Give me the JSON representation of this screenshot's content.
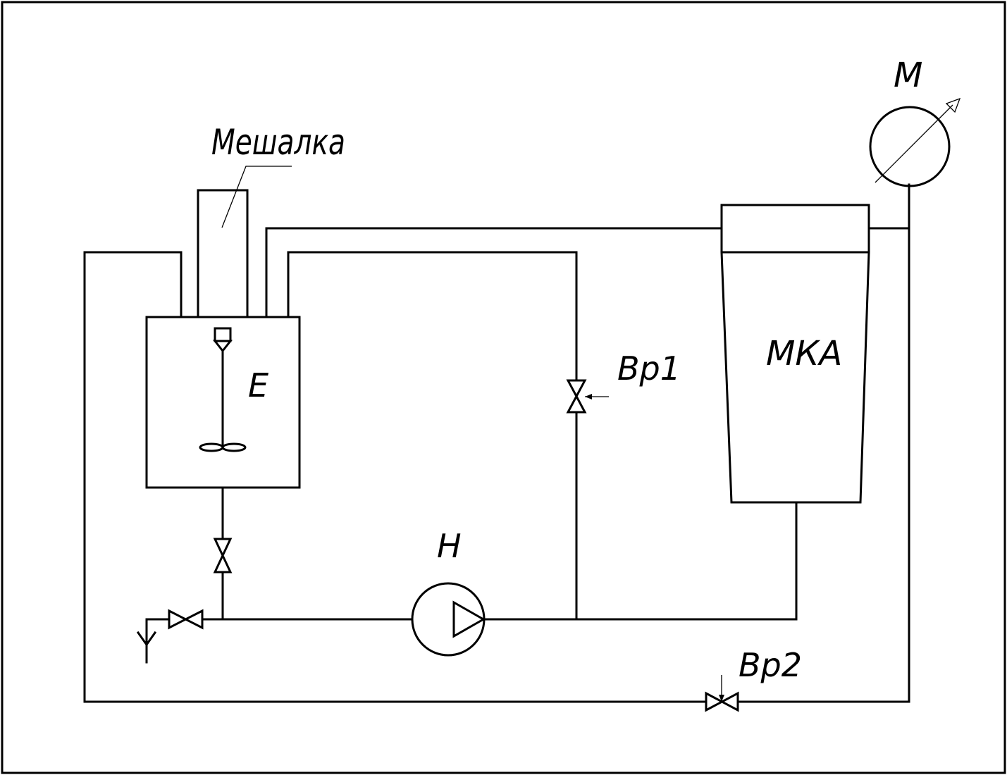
{
  "labels": {
    "mixer": "Мешалка",
    "tank": "E",
    "valve_1": "Вр1",
    "valve_2": "Вр2",
    "apparatus": "МКА",
    "gauge": "M",
    "pump": "H"
  }
}
